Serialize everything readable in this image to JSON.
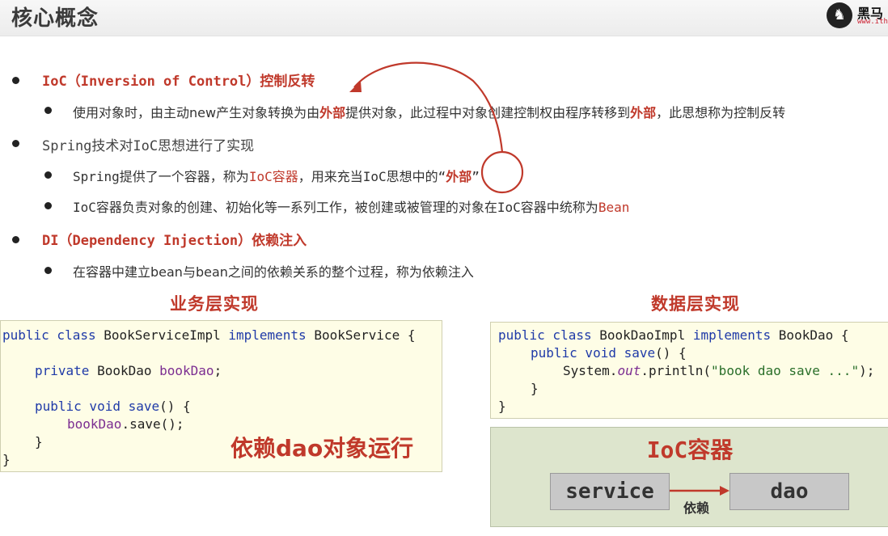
{
  "header": {
    "title": "核心概念",
    "logo_text": "黑马",
    "logo_sub": "www.ith"
  },
  "bullets": {
    "ioc": {
      "prefix": "IoC（Inversion of Control）",
      "suffix": "控制反转"
    },
    "ioc_desc": {
      "part1": "使用对象时，由主动new产生对象转换为由",
      "hl1": "外部",
      "part2": "提供对象，此过程中对象创建控制权由程序转移到",
      "hl2": "外部",
      "part3": "，此思想称为控制反转"
    },
    "spring": "Spring技术对IoC思想进行了实现",
    "spring_desc1": {
      "part1": "Spring提供了一个容器，称为",
      "hl": "IoC容器",
      "part2": "，用来充当IoC思想中的“",
      "hl2": "外部",
      "part3": "”"
    },
    "spring_desc2": {
      "part1": "IoC容器负责对象的创建、初始化等一系列工作，被创建或被管理的对象在IoC容器中统称为",
      "hl": "Bean"
    },
    "di": {
      "prefix": "DI（Dependency Injection）",
      "suffix": "依赖注入"
    },
    "di_desc": "在容器中建立bean与bean之间的依赖关系的整个过程，称为依赖注入"
  },
  "service_section": {
    "heading": "业务层实现",
    "code": {
      "l1_kw": "public class ",
      "l1_name": "BookServiceImpl ",
      "l1_kw2": "implements ",
      "l1_rest": "BookService {",
      "l2_kw": "private ",
      "l2_type": "BookDao ",
      "l2_field": "bookDao",
      "l2_end": ";",
      "l3_kw": "public void ",
      "l3_name": "save",
      "l3_end": "() {",
      "l4_field": "bookDao",
      "l4_end": ".save();",
      "l5": "}",
      "l6": "}"
    },
    "note": "依赖dao对象运行"
  },
  "dao_section": {
    "heading": "数据层实现",
    "code": {
      "l1_kw": "public class ",
      "l1_name": "BookDaoImpl ",
      "l1_kw2": "implements ",
      "l1_rest": "BookDao {",
      "l2_kw": "public void ",
      "l2_name": "save",
      "l2_end": "() {",
      "l3_a": "System.",
      "l3_out": "out",
      "l3_b": ".println(",
      "l3_str": "\"book dao save ...\"",
      "l3_c": ");",
      "l4": "}",
      "l5": "}"
    }
  },
  "ioc_container": {
    "title": "IoC容器",
    "left": "service",
    "right": "dao",
    "relation": "依赖"
  },
  "colors": {
    "accent_red": "#c0392b",
    "code_bg": "#fefde6",
    "container_bg": "#dde5cd",
    "keyword_blue": "#1f3aa8"
  }
}
